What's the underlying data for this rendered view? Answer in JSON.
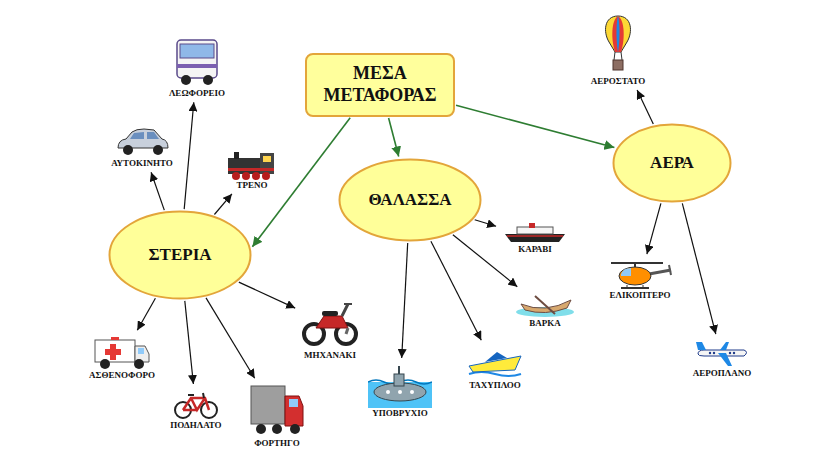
{
  "diagram": {
    "nodes": [
      {
        "text": [
          "ΜΕΣΑ ΜΕΤΑΦΟΡΑΣ"
        ]
      },
      {
        "text": [
          "ΣΤΕΡΙΑ"
        ]
      },
      {
        "text": [
          "ΘΑΛΑΣΣΑ"
        ]
      },
      {
        "text": [
          "ΑΕΡΑ"
        ]
      },
      {
        "text": [
          "ΛΕΩΦΟΡΕΙΟ"
        ]
      },
      {
        "text": [
          "ΑΥΤΟΚΙΝΗΤΟ"
        ]
      },
      {
        "text": [
          "ΤΡΕΝΟ"
        ]
      },
      {
        "text": [
          "ΜΗΧΑΝΑΚΙ"
        ]
      },
      {
        "text": [
          "ΑΣΘΕΝΟΦΟΡΟ"
        ]
      },
      {
        "text": [
          "ΠΟΔΗΛΑΤΟ"
        ]
      },
      {
        "text": [
          "ΦΟΡΤΗΓΟ"
        ]
      },
      {
        "text": [
          "ΚΑΡΑΒΙ"
        ]
      },
      {
        "text": [
          "ΒΑΡΚΑ"
        ]
      },
      {
        "text": [
          "ΥΠΟΒΡΥΧΙΟ"
        ]
      },
      {
        "text": [
          "ΤΑΧΥΠΛΟΟ"
        ]
      },
      {
        "text": [
          "ΑΕΡΟΣΤΑΤΟ"
        ]
      },
      {
        "text": [
          "ΕΛΙΚΟΠΤΕΡΟ"
        ]
      },
      {
        "text": [
          "ΑΕΡΟΠΛΑΝΟ"
        ]
      }
    ],
    "edges": [
      {
        "from": 0,
        "to": 1,
        "arrow": "to"
      },
      {
        "from": 0,
        "to": 2,
        "arrow": "to"
      },
      {
        "from": 0,
        "to": 3,
        "arrow": "to"
      },
      {
        "from": 1,
        "to": 4,
        "arrow": "to"
      },
      {
        "from": 1,
        "to": 5,
        "arrow": "to"
      },
      {
        "from": 1,
        "to": 6,
        "arrow": "to"
      },
      {
        "from": 1,
        "to": 7,
        "arrow": "to"
      },
      {
        "from": 1,
        "to": 8,
        "arrow": "to"
      },
      {
        "from": 1,
        "to": 9,
        "arrow": "to"
      },
      {
        "from": 1,
        "to": 10,
        "arrow": "to"
      },
      {
        "from": 2,
        "to": 11,
        "arrow": "to"
      },
      {
        "from": 2,
        "to": 12,
        "arrow": "to"
      },
      {
        "from": 2,
        "to": 13,
        "arrow": "to"
      },
      {
        "from": 2,
        "to": 14,
        "arrow": "to"
      },
      {
        "from": 3,
        "to": 15,
        "arrow": "to"
      },
      {
        "from": 3,
        "to": 16,
        "arrow": "to"
      },
      {
        "from": 3,
        "to": 17,
        "arrow": "to"
      }
    ]
  }
}
